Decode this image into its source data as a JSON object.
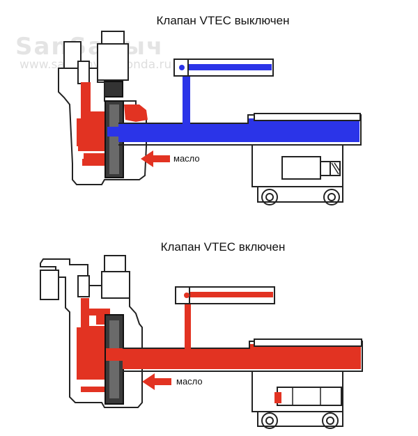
{
  "diagram": {
    "top": {
      "title": "Клапан VTEC выключен",
      "arrow_label": "масло",
      "flow_color": "#2b34e8",
      "pressure_color": "#e23322"
    },
    "bottom": {
      "title": "Клапан VTEC включен",
      "arrow_label": "масло",
      "flow_color": "#e23322"
    }
  },
  "watermark": {
    "line1": "SanSanыч",
    "line2": "www.sansanych-honda.ru"
  }
}
